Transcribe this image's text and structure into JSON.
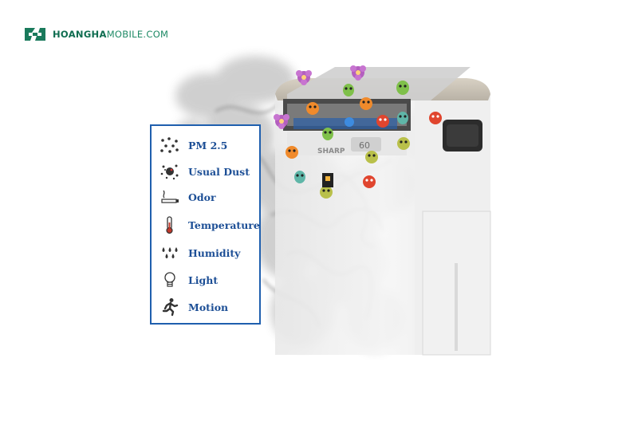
{
  "brand": {
    "text_bold": "HOANGHA",
    "text_rest": "MOBILE.COM",
    "color": "#1a7a5c"
  },
  "legend": {
    "border_color": "#1f5fae",
    "text_color": "#1d4f96",
    "items": [
      {
        "label": "PM 2.5",
        "icon": "particles-icon"
      },
      {
        "label": "Usual Dust",
        "icon": "dust-icon"
      },
      {
        "label": "Odor",
        "icon": "cigarette-icon"
      },
      {
        "label": "Temperature",
        "icon": "thermometer-icon"
      },
      {
        "label": "Humidity",
        "icon": "droplets-icon"
      },
      {
        "label": "Light",
        "icon": "lightbulb-icon"
      },
      {
        "label": "Motion",
        "icon": "running-person-icon"
      }
    ]
  },
  "device": {
    "brand_label": "SHARP",
    "display_value": "60"
  }
}
